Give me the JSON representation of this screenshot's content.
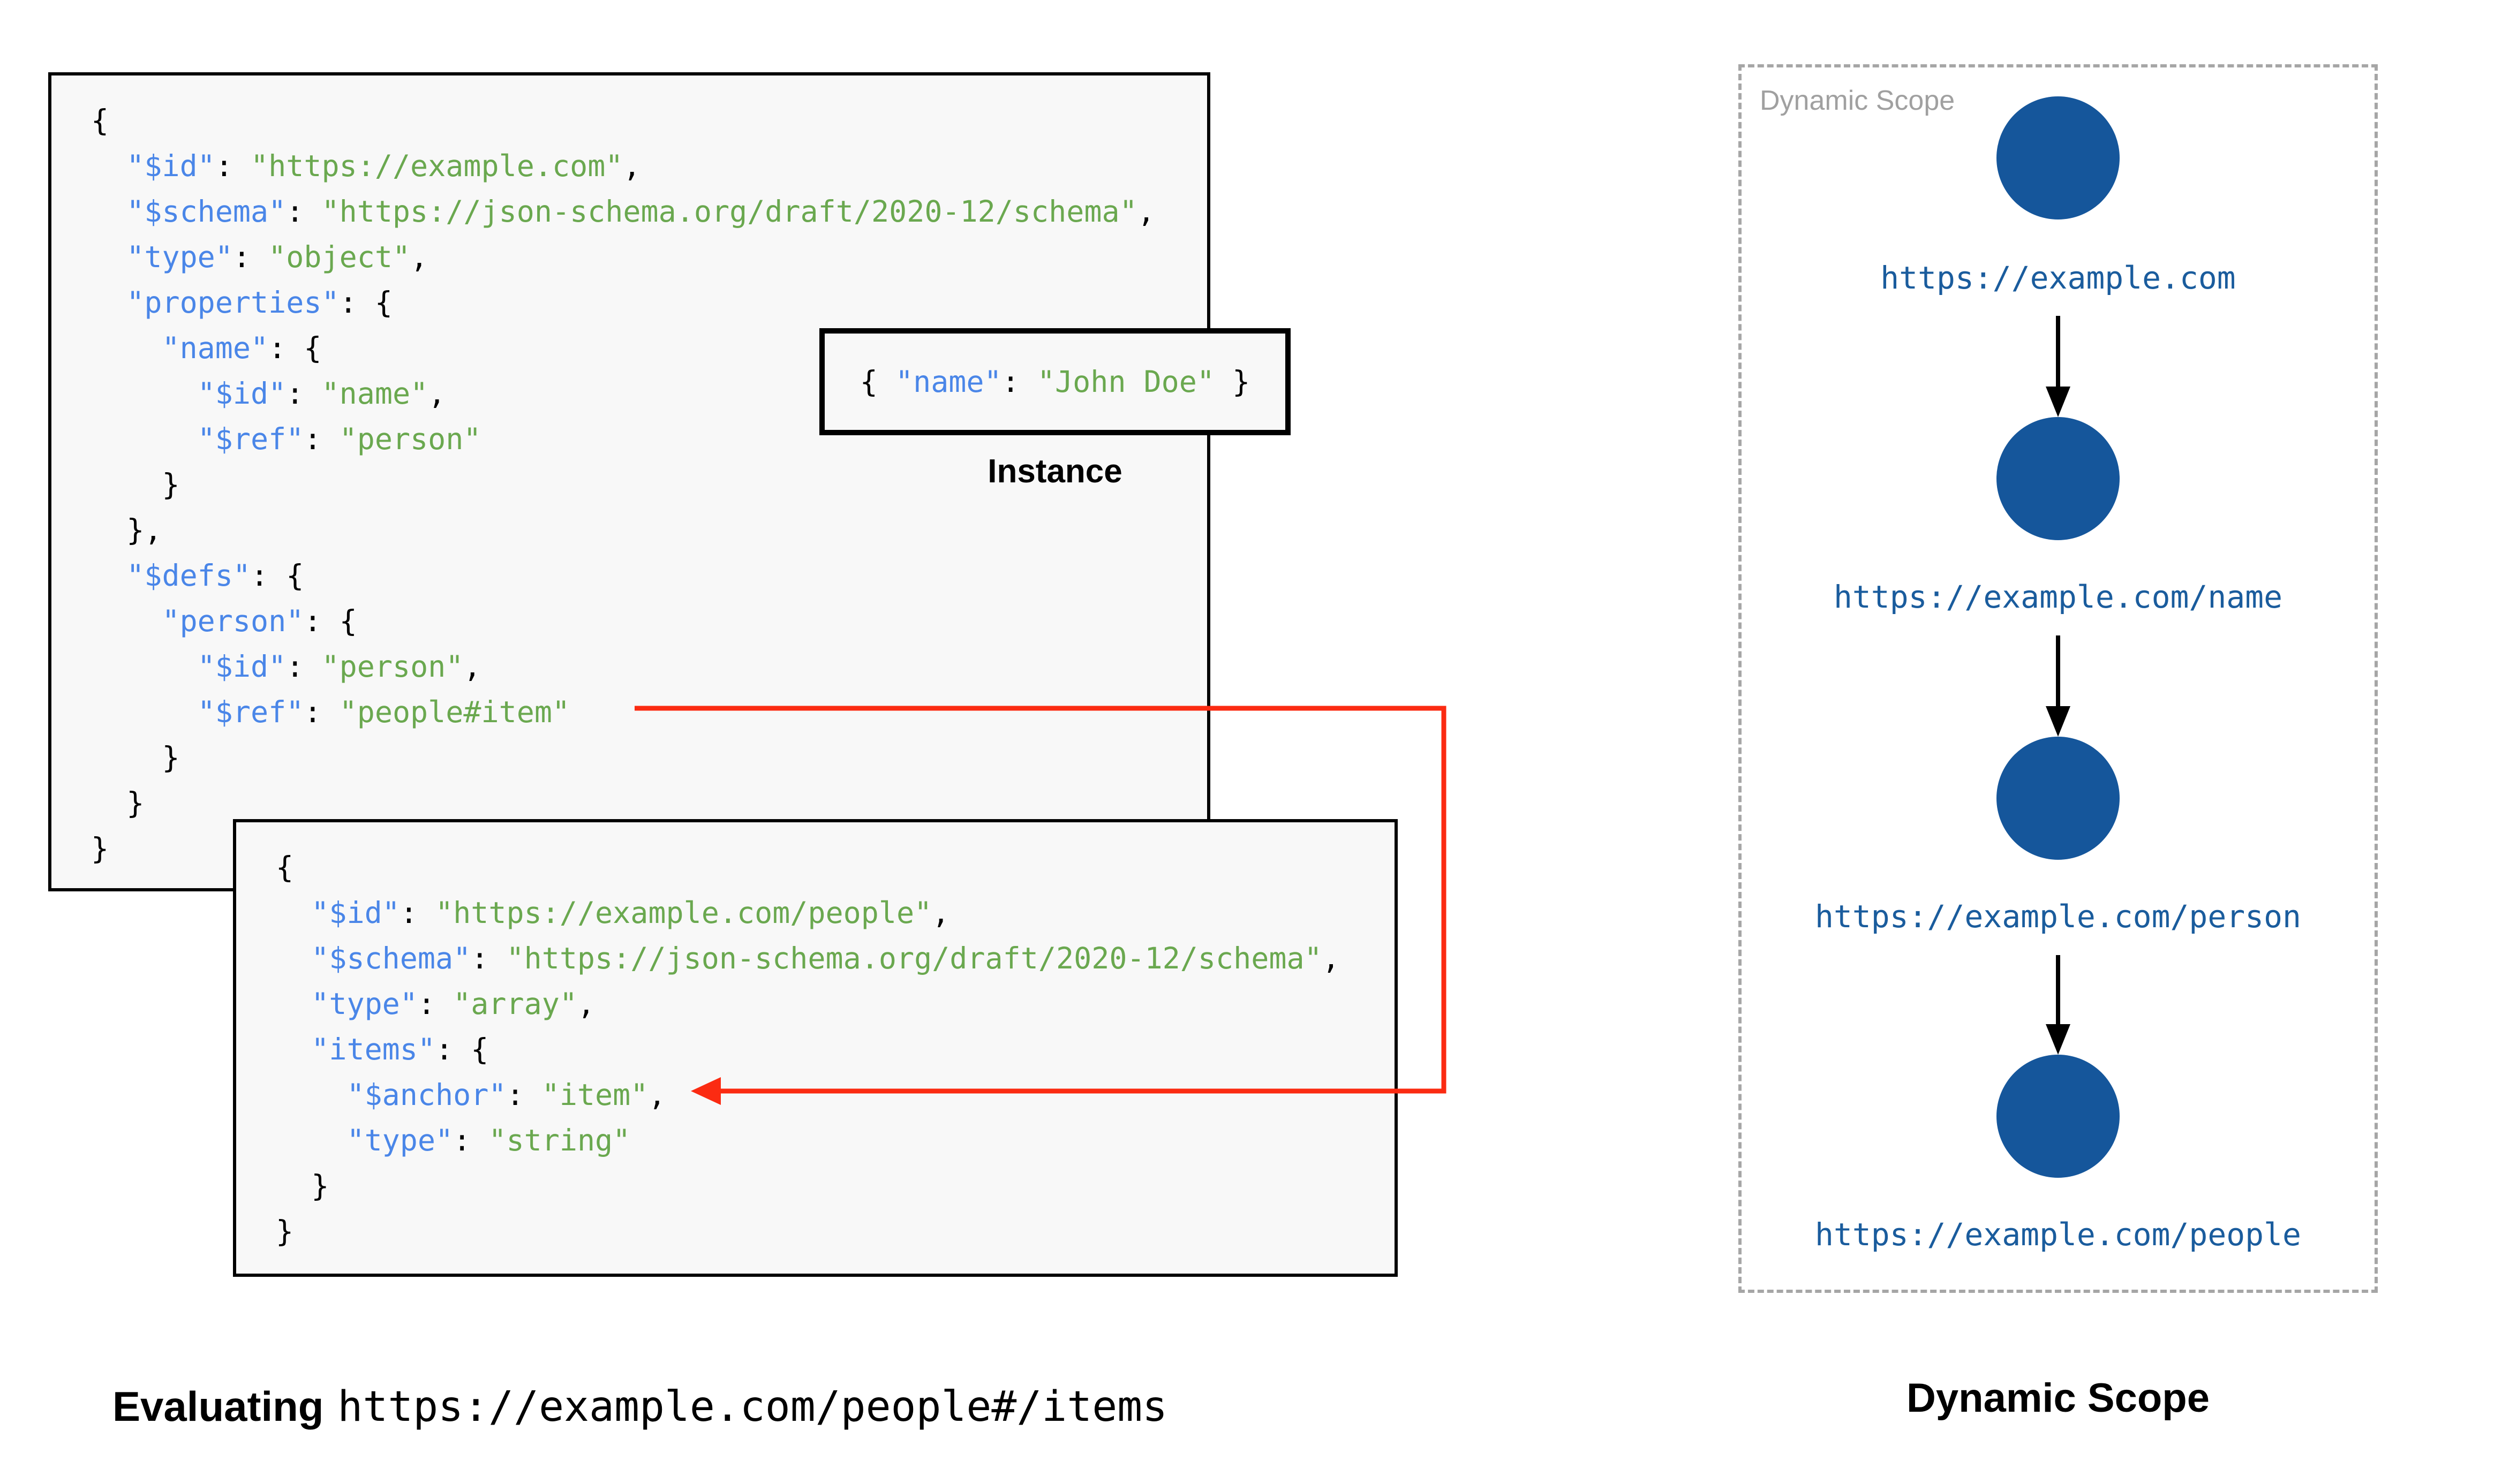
{
  "colors": {
    "key_blue": "#4a86e8",
    "string_green": "#6aa84f",
    "text_black": "#000000",
    "node_blue": "#15569b",
    "scope_label_blue": "#1a5c9d",
    "arrow_red": "#fb2b12",
    "panel_border_gray": "#a6a6a6",
    "panel_label_gray": "#a0a0a0",
    "box_bg": "#f8f8f8",
    "box_border": "#000000",
    "page_bg": "#ffffff"
  },
  "code": {
    "schema1": {
      "lines": [
        "{",
        "  \"$id\": \"https://example.com\",",
        "  \"$schema\": \"https://json-schema.org/draft/2020-12/schema\",",
        "  \"type\": \"object\",",
        "  \"properties\": {",
        "    \"name\": {",
        "      \"$id\": \"name\",",
        "      \"$ref\": \"person\"",
        "    }",
        "  },",
        "  \"$defs\": {",
        "    \"person\": {",
        "      \"$id\": \"person\",",
        "      \"$ref\": \"people#item\"",
        "    }",
        "  }",
        "}"
      ]
    },
    "schema2": {
      "lines": [
        "{",
        "  \"$id\": \"https://example.com/people\",",
        "  \"$schema\": \"https://json-schema.org/draft/2020-12/schema\",",
        "  \"type\": \"array\",",
        "  \"items\": {",
        "    \"$anchor\": \"item\",",
        "    \"type\": \"string\"",
        "  }",
        "}"
      ]
    },
    "instance": {
      "lines": [
        "{ \"name\": \"John Doe\" }"
      ]
    }
  },
  "instance": {
    "label": "Instance"
  },
  "dynamic_scope": {
    "panel_label": "Dynamic Scope",
    "nodes": [
      {
        "label": "https://example.com"
      },
      {
        "label": "https://example.com/name"
      },
      {
        "label": "https://example.com/person"
      },
      {
        "label": "https://example.com/people"
      }
    ],
    "caption": "Dynamic Scope"
  },
  "evaluating": {
    "prefix": "Evaluating",
    "uri": "https://example.com/people#/items"
  }
}
